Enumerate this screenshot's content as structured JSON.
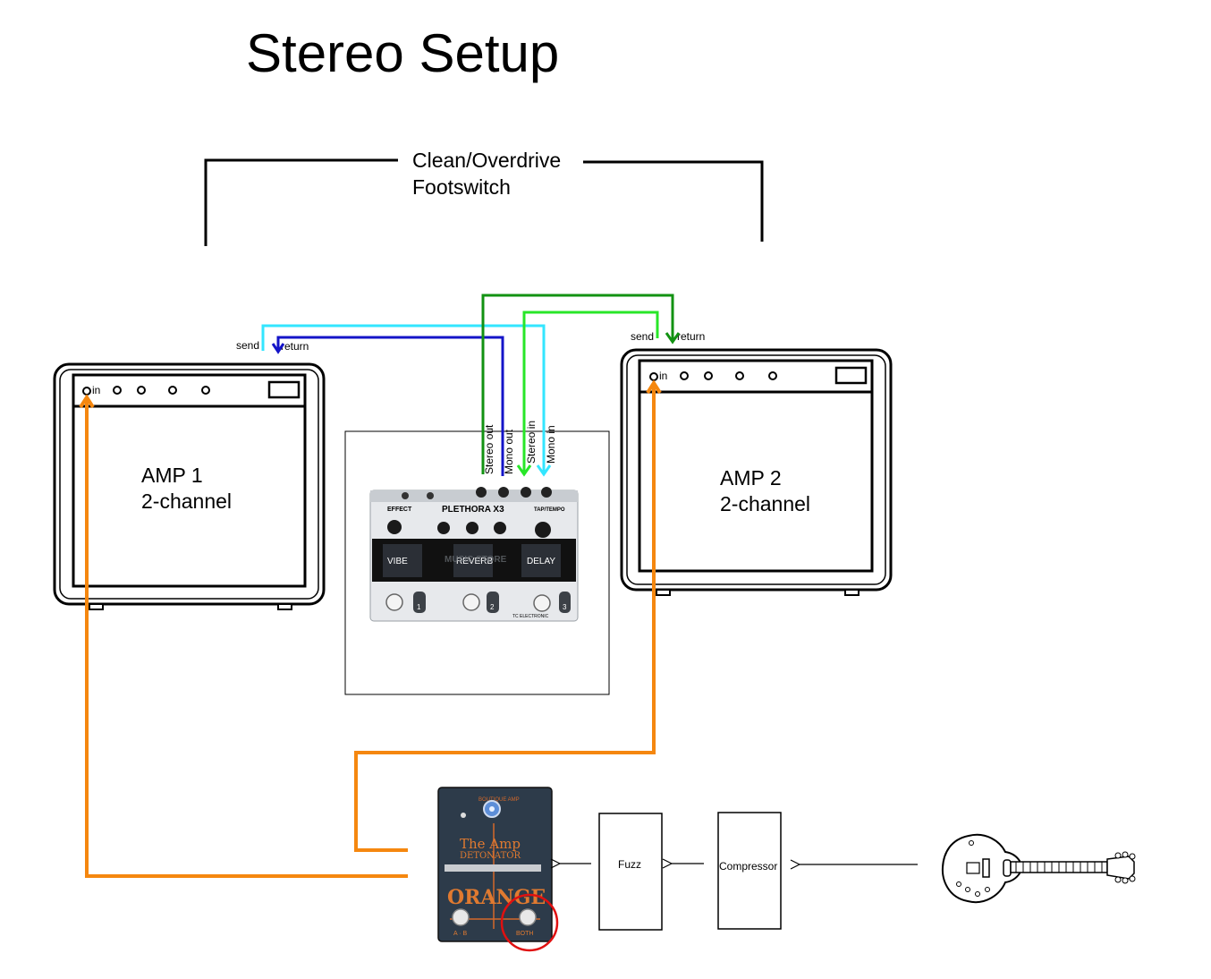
{
  "title": "Stereo Setup",
  "footswitch": {
    "line1": "Clean/Overdrive",
    "line2": "Footswitch"
  },
  "amp1": {
    "name": "AMP 1",
    "sub": "2-channel",
    "in_label": "in",
    "send_label": "send",
    "return_label": "return"
  },
  "amp2": {
    "name": "AMP 2",
    "sub": "2-channel",
    "in_label": "in",
    "send_label": "send",
    "return_label": "return"
  },
  "pedal_jacks": [
    "Stereo out",
    "Mono out",
    "Stereo in",
    "Mono in"
  ],
  "plethora": {
    "brand": "PLETHORA X3",
    "effect_label": "EFFECT",
    "tap_label": "TAP/TEMPO",
    "screens": [
      "VIBE",
      "REVERB",
      "DELAY"
    ],
    "footswitch_numbers": [
      "1",
      "2",
      "3"
    ],
    "watermark": "MUSIC STORE",
    "maker": "TC ELECTRONIC"
  },
  "detonator": {
    "top_label": "BOUTIQUE AMP",
    "name_line1": "The Amp",
    "name_line2": "DETONATOR",
    "brand": "ORANGE",
    "foot_left": "A · B",
    "foot_right": "BOTH"
  },
  "fuzz": {
    "label": "Fuzz"
  },
  "compressor": {
    "label": "Compressor"
  },
  "colors": {
    "orange": "#f5870f",
    "cyan": "#33e6ff",
    "blue": "#1414c8",
    "green_dark": "#129212",
    "green_light": "#28e628",
    "black": "#000000",
    "highlight_red": "#e01010"
  },
  "icons": [
    "guitar-icon",
    "arrow-left-icon"
  ]
}
